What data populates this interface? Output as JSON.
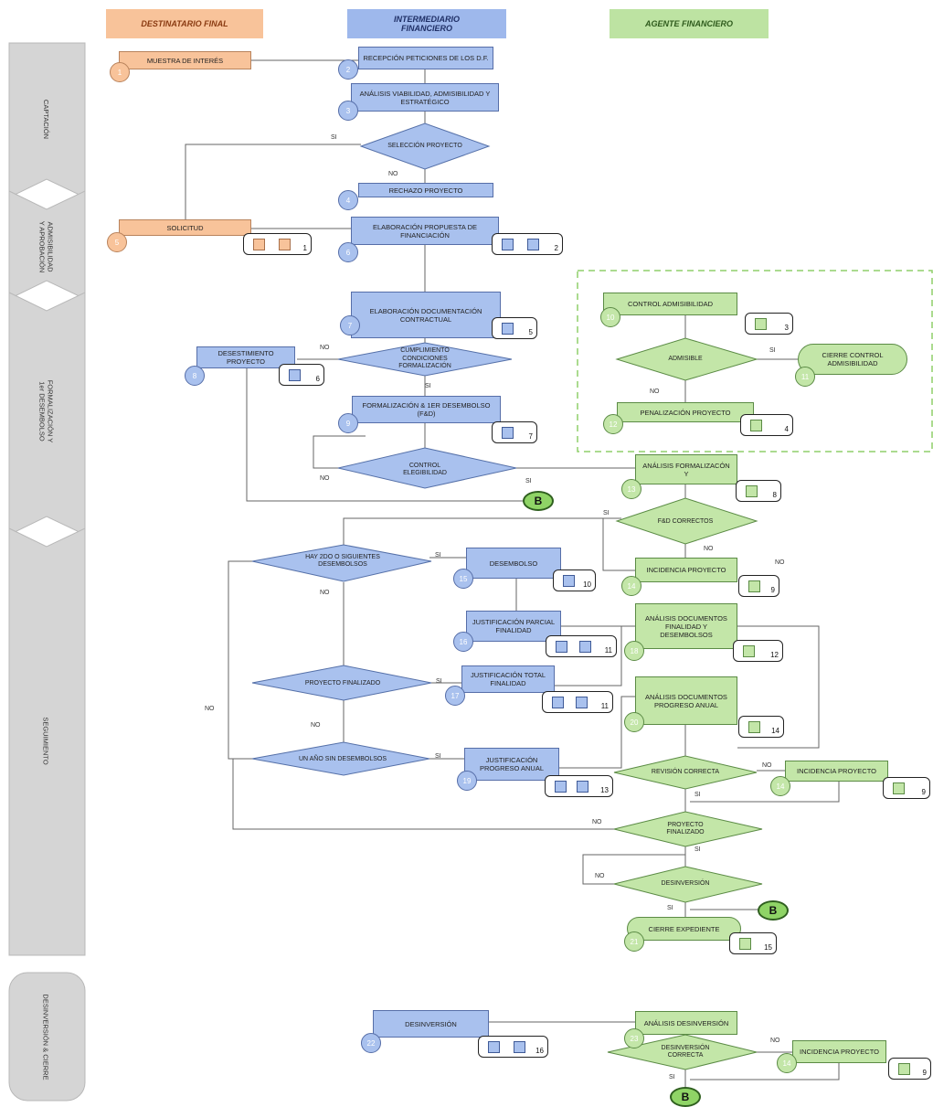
{
  "lanes": {
    "df": "DESTINATARIO FINAL",
    "if_line1": "INTERMEDIARIO",
    "if_line2": "FINANCIERO",
    "af": "AGENTE FINANCIERO"
  },
  "stages": {
    "captacion": "CAPTACIÓN",
    "admis_line1": "ADMISIBILIDAD",
    "admis_line2": "Y APROBACIÓN",
    "form_line1": "FORMALIZACIÓN Y",
    "form_line2": "1er DESEMBOLSO",
    "seguimiento": "SEGUIMIENTO",
    "desinversion": "DESINVERSIÓN & CIERRE"
  },
  "steps": {
    "s1": "MUESTRA DE INTERÉS",
    "s2": "RECEPCIÓN PETICIONES DE LOS D.F.",
    "s3": "ANÁLISIS VIABILIDAD, ADMISIBILIDAD Y ESTRATÉGICO",
    "s4": "RECHAZO PROYECTO",
    "s5": "SOLICITUD",
    "s6": "ELABORACIÓN PROPUESTA DE FINANCIACIÓN",
    "s7": "ELABORACIÓN DOCUMENTACIÓN CONTRACTUAL",
    "s8": "DESESTIMIENTO PROYECTO",
    "s9": "FORMALIZACIÓN & 1ER DESEMBOLSO (F&D)",
    "s10": "CONTROL ADMISIBILIDAD",
    "s11": "CIERRE CONTROL ADMISIBILIDAD",
    "s12": "PENALIZACIÓN PROYECTO",
    "s13": "ANÁLISIS FORMALIZACÓN Y",
    "s14a": "INCIDENCIA PROYECTO",
    "s14b": "INCIDENCIA PROYECTO",
    "s14c": "INCIDENCIA PROYECTO",
    "s15": "DESEMBOLSO",
    "s16": "JUSTIFICACIÓN PARCIAL FINALIDAD",
    "s17": "JUSTIFICACIÓN TOTAL FINALIDAD",
    "s18": "ANÁLISIS DOCUMENTOS FINALIDAD Y DESEMBOLSOS",
    "s19": "JUSTIFICACIÓN PROGRESO ANUAL",
    "s20": "ANÁLISIS DOCUMENTOS PROGRESO ANUAL",
    "s21": "CIERRE EXPEDIENTE",
    "s22": "DESINVERSIÓN",
    "s23": "ANÁLISIS DESINVERSIÓN"
  },
  "nums": {
    "n1": "1",
    "n2": "2",
    "n3": "3",
    "n4": "4",
    "n5": "5",
    "n6": "6",
    "n7": "7",
    "n8": "8",
    "n9": "9",
    "n10": "10",
    "n11": "11",
    "n12": "12",
    "n13": "13",
    "n14": "14",
    "n15": "15",
    "n16": "16",
    "n17": "17",
    "n18": "18",
    "n19": "19",
    "n20": "20",
    "n21": "21",
    "n22": "22",
    "n23": "23"
  },
  "decisions": {
    "seleccion": "SELECCIÓN PROYECTO",
    "cumplimiento": "CUMPLIMIENTO CONDICIONES FORMALIZACIÓN",
    "control_eleg": "CONTROL ELEGIBILIDAD",
    "admisible": "ADMISIBLE",
    "fd_correctos": "F&D CORRECTOS",
    "hay_2do": "HAY 2DO O SIGUIENTES DESEMBOLSOS",
    "proy_fin_left": "PROYECTO FINALIZADO",
    "un_anio": "UN AÑO SIN DESEMBOLSOS",
    "revision": "REVISIÓN CORRECTA",
    "proy_fin_right": "PROYECTO FINALIZADO",
    "desinv": "DESINVERSIÓN",
    "desinv_correcta": "DESINVERSIÓN CORRECTA"
  },
  "flags": {
    "si": "SI",
    "no": "NO"
  },
  "docs": {
    "d1": "1",
    "d2": "2",
    "d3": "3",
    "d4": "4",
    "d5": "5",
    "d6": "6",
    "d7": "7",
    "d8": "8",
    "d9": "9",
    "d10": "10",
    "d11": "11",
    "d12": "12",
    "d13": "13",
    "d14": "14",
    "d15": "15",
    "d16": "16"
  },
  "terminals": {
    "b": "B"
  },
  "colors": {
    "orange": "#f8c39a",
    "blue": "#a9c1ee",
    "green": "#c3e6a8",
    "terminal": "#8fd466",
    "dashed_border": "#8fcf6a"
  }
}
